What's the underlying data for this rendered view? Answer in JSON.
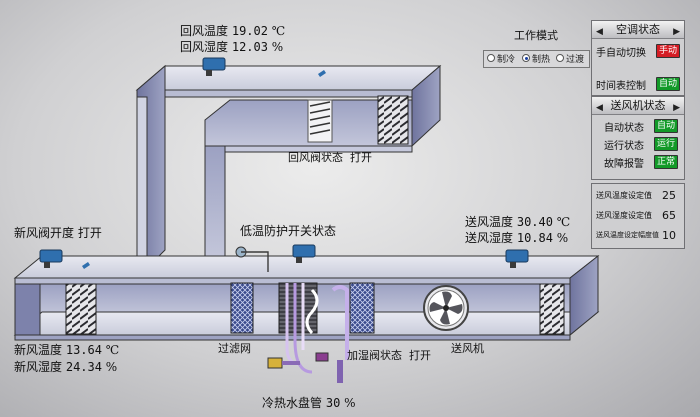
{
  "return_air": {
    "temp_label": "回风温度",
    "temp_value": "19.02",
    "temp_unit": "℃",
    "hum_label": "回风湿度",
    "hum_value": "12.03",
    "hum_unit": "%"
  },
  "return_damper": {
    "label": "回风阀状态",
    "state": "打开"
  },
  "fresh_damper": {
    "label": "新风阀开度",
    "state": "打开"
  },
  "low_temp_switch": {
    "label": "低温防护开关状态"
  },
  "supply_air": {
    "temp_label": "送风温度",
    "temp_value": "30.40",
    "temp_unit": "℃",
    "hum_label": "送风湿度",
    "hum_value": "10.84",
    "hum_unit": "%"
  },
  "fresh_air": {
    "temp_label": "新风温度",
    "temp_value": "13.64",
    "temp_unit": "℃",
    "hum_label": "新风湿度",
    "hum_value": "24.34",
    "hum_unit": "%"
  },
  "filter": {
    "label": "过滤网"
  },
  "fan": {
    "label": "送风机"
  },
  "humidifier_valve": {
    "label": "加湿阀状态",
    "state": "打开"
  },
  "coil": {
    "label": "冷热水盘管",
    "value": "30",
    "unit": "%"
  },
  "work_mode": {
    "title": "工作模式",
    "options": [
      {
        "label": "制冷",
        "selected": false
      },
      {
        "label": "制热",
        "selected": true
      },
      {
        "label": "过渡",
        "selected": false
      }
    ]
  },
  "ac_status": {
    "title": "空调状态",
    "rows": [
      {
        "label": "手自动切换",
        "indicator": "手动",
        "color": "#d41c24"
      },
      {
        "label": "时间表控制",
        "indicator": "自动",
        "color": "#129a28"
      }
    ]
  },
  "fan_status": {
    "title": "送风机状态",
    "rows": [
      {
        "label": "自动状态",
        "indicator": "自动"
      },
      {
        "label": "运行状态",
        "indicator": "运行"
      },
      {
        "label": "故障报警",
        "indicator": "正常"
      }
    ]
  },
  "settings": {
    "rows": [
      {
        "label": "送风温度设定值",
        "value": "25"
      },
      {
        "label": "送风湿度设定值",
        "value": "65"
      },
      {
        "label": "送风温度设定幅度值",
        "value": "10"
      }
    ]
  },
  "colors": {
    "duct_top": "#d9dbe6",
    "duct_front": "#8a8fb8",
    "duct_inner": "#aab0cc",
    "red_indicator": "#d41c24",
    "green_indicator": "#129a28"
  }
}
